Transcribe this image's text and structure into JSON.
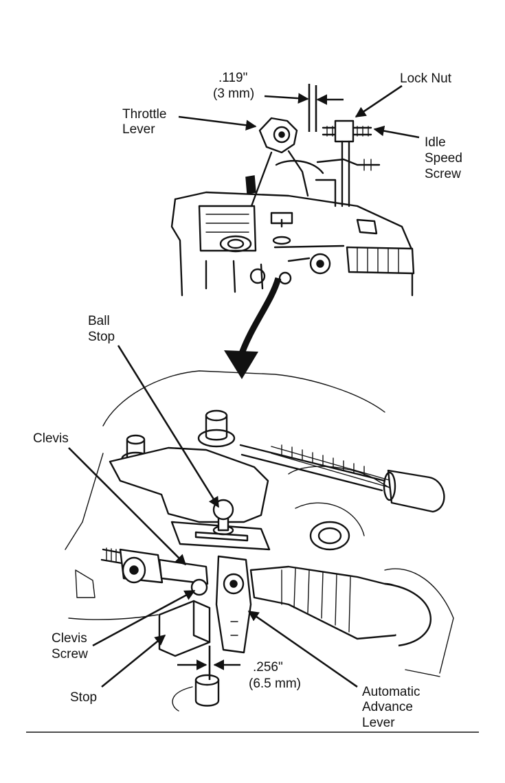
{
  "top_figure": {
    "gap_dimension_in": ".119\"",
    "gap_dimension_mm": "(3 mm)",
    "throttle_lever": [
      "Throttle",
      "Lever"
    ],
    "lock_nut": "Lock Nut",
    "idle_speed_screw": [
      "Idle",
      "Speed",
      "Screw"
    ]
  },
  "bottom_figure": {
    "ball_stop": [
      "Ball",
      "Stop"
    ],
    "clevis": "Clevis",
    "clevis_screw": [
      "Clevis",
      "Screw"
    ],
    "stop": "Stop",
    "gap_dimension_in": ".256\"",
    "gap_dimension_mm": "(6.5 mm)",
    "automatic_advance_lever": [
      "Automatic",
      "Advance",
      "Lever"
    ]
  }
}
